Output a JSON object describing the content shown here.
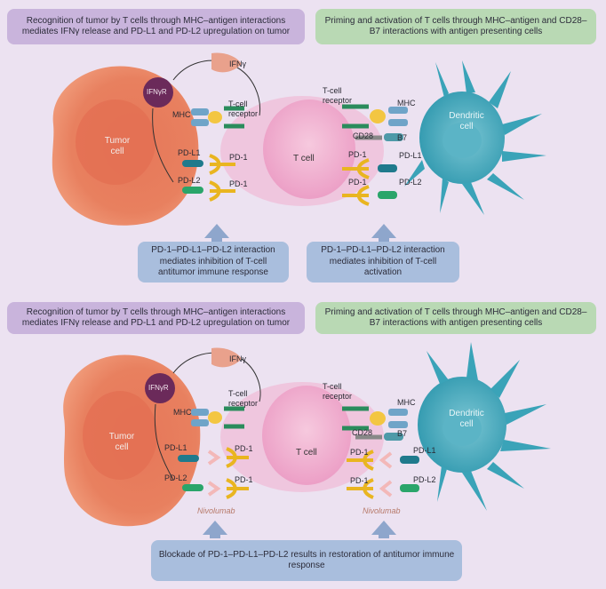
{
  "top": {
    "box_tl": "Recognition of tumor by T cells through MHC–antigen interactions mediates IFNγ release and PD-L1 and PD-L2 upregulation on tumor",
    "box_tr": "Priming and activation of T cells through MHC–antigen and CD28–B7 interactions with antigen presenting cells",
    "box_bl": "PD-1–PD-L1–PD-L2 interaction mediates inhibition of T-cell antitumor immune response",
    "box_br": "PD-1–PD-L1–PD-L2 interaction mediates inhibition of T-cell activation",
    "ifngr": "IFNγR",
    "ifng": "IFNγ",
    "tumor": "Tumor cell",
    "tcell": "T cell",
    "dendritic": "Dendritic cell",
    "tcr_left": "T-cell receptor",
    "tcr_right": "T-cell receptor",
    "mhc_left": "MHC",
    "mhc_right": "MHC",
    "pdl1_left": "PD-L1",
    "pdl2_left": "PD-L2",
    "pd1_l1": "PD-1",
    "pd1_l2": "PD-1",
    "cd28": "CD28",
    "b7": "B7",
    "pd1_r1": "PD-1",
    "pd1_r2": "PD-1",
    "pdl1_right": "PD-L1",
    "pdl2_right": "PD-L2"
  },
  "bottom": {
    "box_tl": "Recognition of tumor by T cells through MHC–antigen interactions mediates IFNγ release and PD-L1 and PD-L2 upregulation on tumor",
    "box_tr": "Priming and activation of T cells through MHC–antigen and CD28–B7 interactions with antigen presenting cells",
    "box_bottom": "Blockade of PD-1–PD-L1–PD-L2 results in restoration of antitumor immune response",
    "ifngr": "IFNγR",
    "ifng": "IFNγ",
    "tumor": "Tumor cell",
    "tcell": "T cell",
    "dendritic": "Dendritic cell",
    "tcr_left": "T-cell receptor",
    "tcr_right": "T-cell receptor",
    "mhc_left": "MHC",
    "mhc_right": "MHC",
    "pdl1_left": "PD-L1",
    "pdl2_left": "PD-L2",
    "pd1_l1": "PD-1",
    "pd1_l2": "PD-1",
    "cd28": "CD28",
    "b7": "B7",
    "pd1_r1": "PD-1",
    "pd1_r2": "PD-1",
    "pdl1_right": "PD-L1",
    "pdl2_right": "PD-L2",
    "nivo_left": "Nivolumab",
    "nivo_right": "Nivolumab"
  },
  "colors": {
    "background": "#ece2f1",
    "tumor": "#e8785a",
    "tcell": "#f2b8d4",
    "dendritic": "#3aa3b8",
    "ifngr": "#6b2a5a",
    "pd1": "#e9b520",
    "pdl1": "#1f7a8c",
    "pdl2": "#2aa56a",
    "antibody": "#f3b8b8"
  }
}
